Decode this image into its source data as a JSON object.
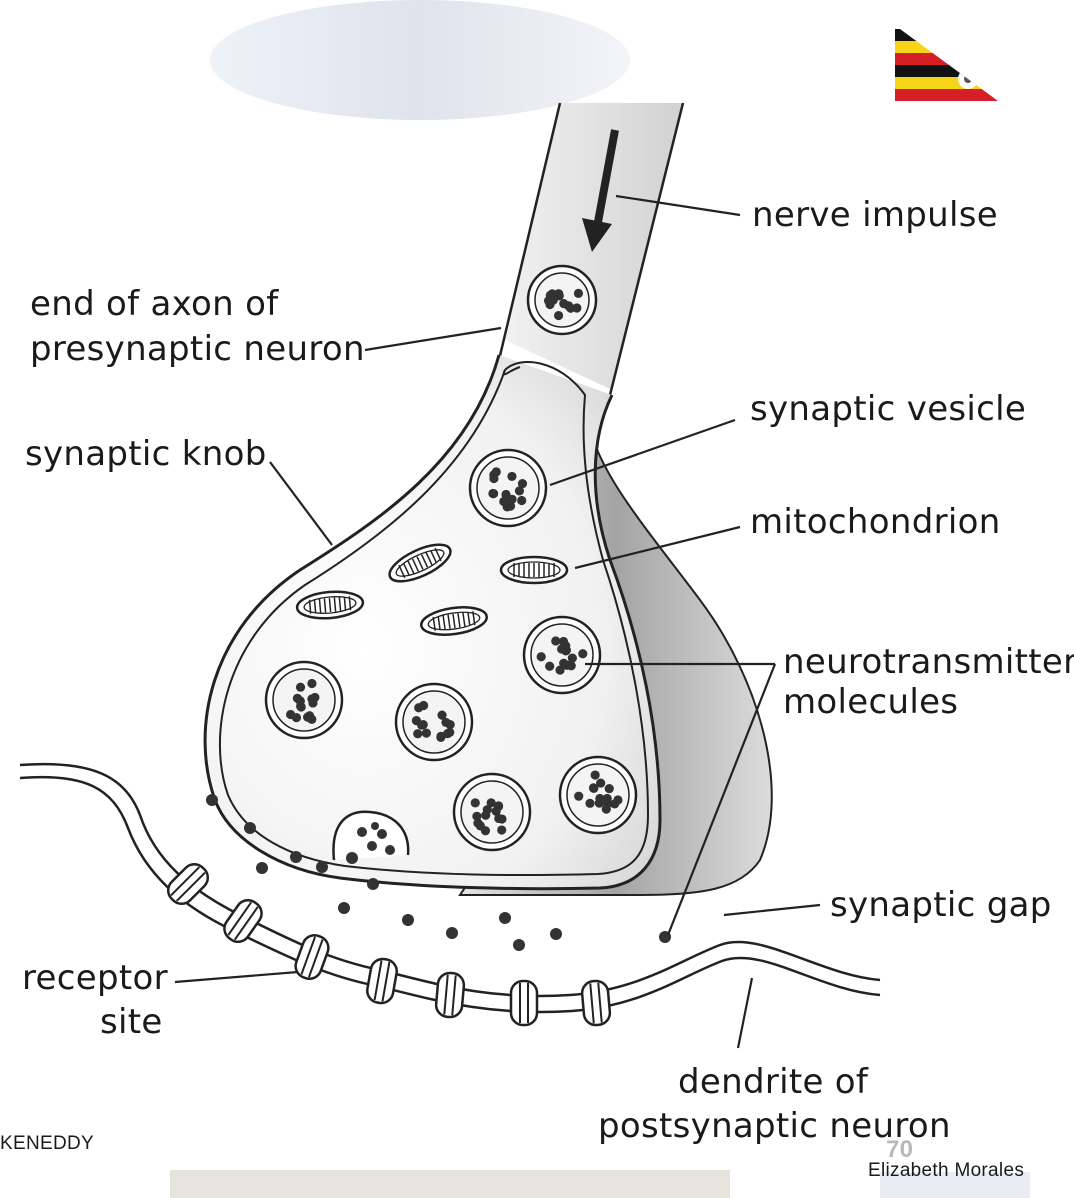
{
  "labels": {
    "nerve_impulse": "nerve impulse",
    "end_of_axon_line1": "end of axon of",
    "end_of_axon_line2": "presynaptic neuron",
    "synaptic_knob": "synaptic knob",
    "synaptic_vesicle": "synaptic vesicle",
    "mitochondrion": "mitochondrion",
    "neurotransmitter_line1": "neurotransmitter",
    "neurotransmitter_line2": "molecules",
    "synaptic_gap": "synaptic gap",
    "receptor_line1": "receptor",
    "receptor_line2": "site",
    "dendrite_line1": "dendrite of",
    "dendrite_line2": "postsynaptic neuron"
  },
  "footer": {
    "left_text": "KENEDDY",
    "page_number": "70",
    "author": "Elizabeth Morales"
  },
  "flag": {
    "name": "uganda-flag",
    "colors": [
      "#111111",
      "#f7d417",
      "#d51f26"
    ]
  }
}
